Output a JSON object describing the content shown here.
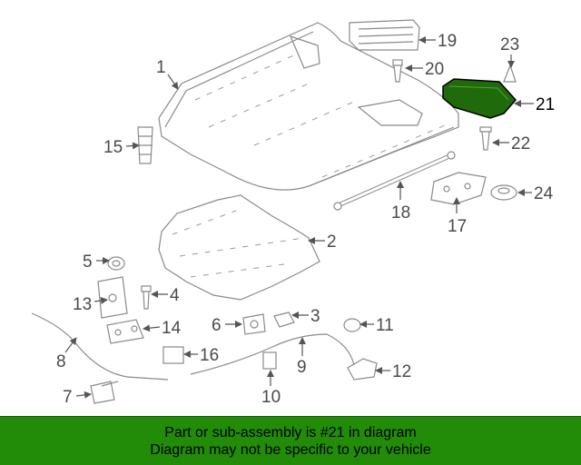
{
  "callouts": {
    "c1": "1",
    "c2": "2",
    "c3": "3",
    "c4": "4",
    "c5": "5",
    "c6": "6",
    "c7": "7",
    "c8": "8",
    "c9": "9",
    "c10": "10",
    "c11": "11",
    "c12": "12",
    "c13": "13",
    "c14": "14",
    "c15": "15",
    "c16": "16",
    "c17": "17",
    "c18": "18",
    "c19": "19",
    "c20": "20",
    "c21": "21",
    "c22": "22",
    "c23": "23",
    "c24": "24"
  },
  "highlighted_part": "21",
  "colors": {
    "banner": "#228b08",
    "highlight_fill": "#1f6a0a",
    "line": "#8a8a8a"
  },
  "banner": {
    "line1": "Part or sub-assembly is #21 in diagram",
    "line2": "Diagram may not be specific to your vehicle"
  }
}
